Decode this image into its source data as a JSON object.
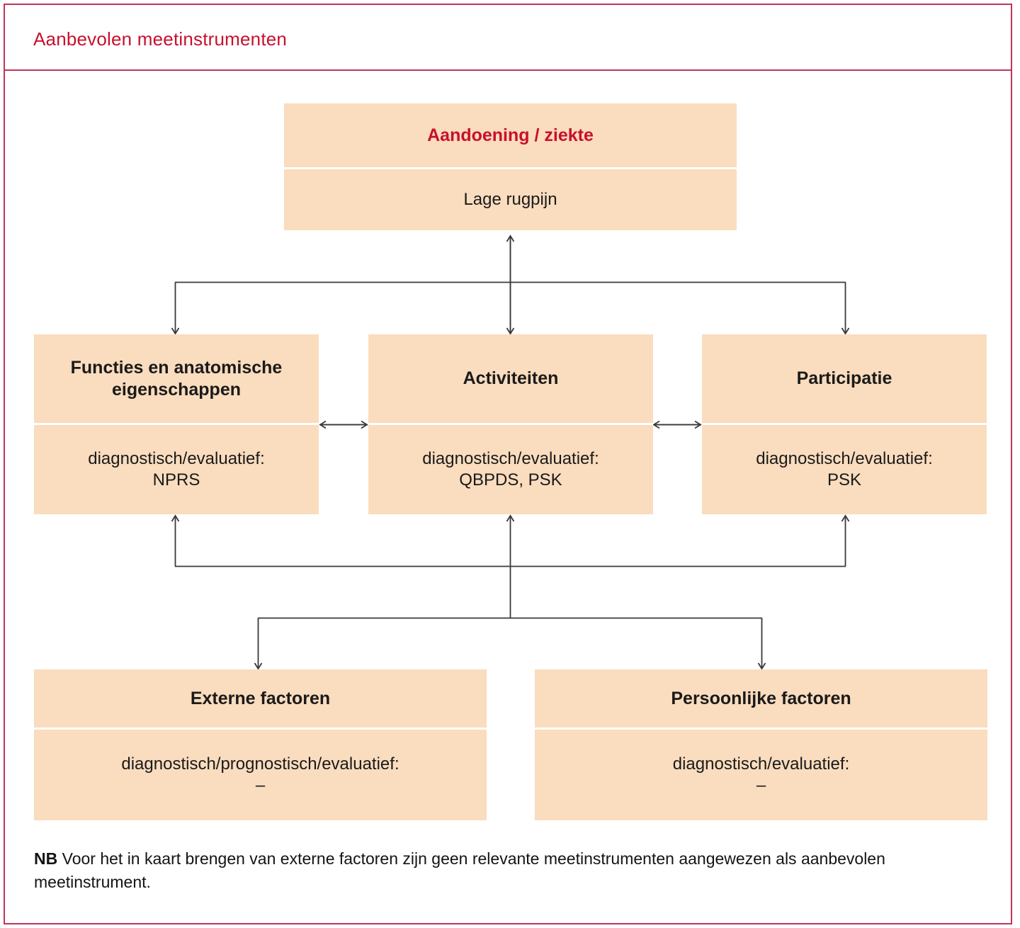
{
  "header": {
    "title": "Aanbevolen meetinstrumenten",
    "accent_color": "#c8102e",
    "border_color": "#c0355c"
  },
  "theme": {
    "box_fill": "#fadcbe",
    "divider_color": "#ffffff",
    "text_color": "#1a1a1a",
    "arrow_color": "#3a3a3a"
  },
  "diagram": {
    "type": "icf-flow-diagram",
    "boxes": {
      "condition": {
        "title": "Aandoening / ziekte",
        "body": "Lage rugpijn",
        "title_color": "#c8102e"
      },
      "functions": {
        "title": "Functies en anatomische eigenschappen",
        "body_line1": "diagnostisch/evaluatief:",
        "body_line2": "NPRS"
      },
      "activities": {
        "title": "Activiteiten",
        "body_line1": "diagnostisch/evaluatief:",
        "body_line2": "QBPDS, PSK"
      },
      "participation": {
        "title": "Participatie",
        "body_line1": "diagnostisch/evaluatief:",
        "body_line2": "PSK"
      },
      "external": {
        "title": "Externe factoren",
        "body_line1": "diagnostisch/prognostisch/evaluatief:",
        "body_line2": "–"
      },
      "personal": {
        "title": "Persoonlijke factoren",
        "body_line1": "diagnostisch/evaluatief:",
        "body_line2": "–"
      }
    },
    "connectors": [
      {
        "name": "condition-to-activities",
        "style": "double-headed-vertical"
      },
      {
        "name": "condition-bus-to-functions",
        "style": "elbow-arrow-down"
      },
      {
        "name": "condition-bus-to-participation",
        "style": "elbow-arrow-down"
      },
      {
        "name": "functions-activities",
        "style": "double-headed-horizontal"
      },
      {
        "name": "activities-participation",
        "style": "double-headed-horizontal"
      },
      {
        "name": "factors-bus-to-functions",
        "style": "elbow-arrow-up"
      },
      {
        "name": "factors-bus-to-activities",
        "style": "arrow-up"
      },
      {
        "name": "factors-bus-to-participation",
        "style": "elbow-arrow-up"
      },
      {
        "name": "factors-bus-to-external",
        "style": "elbow-arrow-down"
      },
      {
        "name": "factors-bus-to-personal",
        "style": "elbow-arrow-down"
      }
    ]
  },
  "footnote": {
    "prefix": "NB",
    "text": " Voor het in kaart brengen van externe factoren zijn geen relevante meetinstrumenten aangewezen als aanbevolen meetinstrument."
  }
}
